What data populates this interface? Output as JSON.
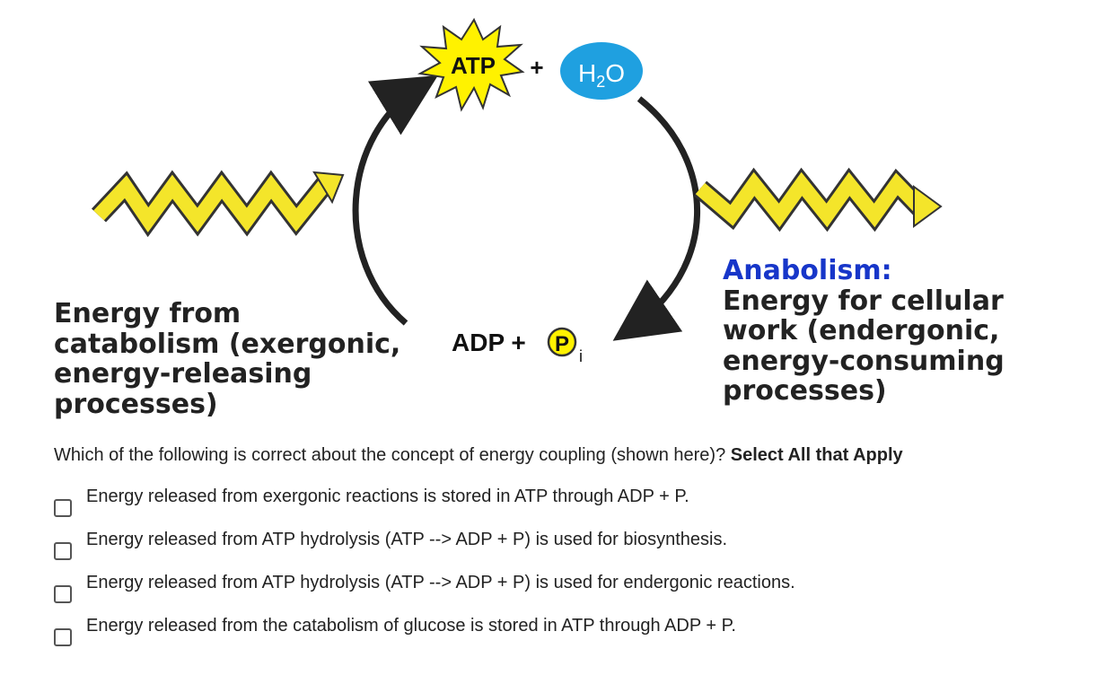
{
  "diagram": {
    "atp": "ATP",
    "plus_top": "+",
    "water": "H",
    "water_sub": "2",
    "water_o": "O",
    "adp": "ADP +",
    "pi": "P",
    "pi_sub": "i",
    "left_caption": [
      "Energy from",
      "catabolism (exergonic,",
      "energy-releasing",
      "processes)"
    ],
    "right_title": "Anabolism:",
    "right_caption": [
      "Energy for cellular",
      "work (endergonic,",
      "energy-consuming",
      "processes)"
    ],
    "colors": {
      "zigzag": "#f4e52a",
      "burst": "#fff200",
      "water": "#1fa0e0",
      "title_blue": "#1736c9",
      "arrow": "#222222"
    }
  },
  "question": {
    "text": "Which of the following is correct about the concept of energy coupling (shown here)? ",
    "emphasis": "Select All that Apply"
  },
  "options": [
    {
      "label": "Energy released from exergonic reactions is stored in ATP through ADP + P.",
      "checked": false
    },
    {
      "label": "Energy released from ATP hydrolysis (ATP --> ADP + P) is used for biosynthesis.",
      "checked": false
    },
    {
      "label": "Energy released from ATP hydrolysis (ATP --> ADP + P) is used for endergonic reactions.",
      "checked": false
    },
    {
      "label": "Energy released from the catabolism of glucose is stored in ATP through ADP + P.",
      "checked": false
    }
  ]
}
